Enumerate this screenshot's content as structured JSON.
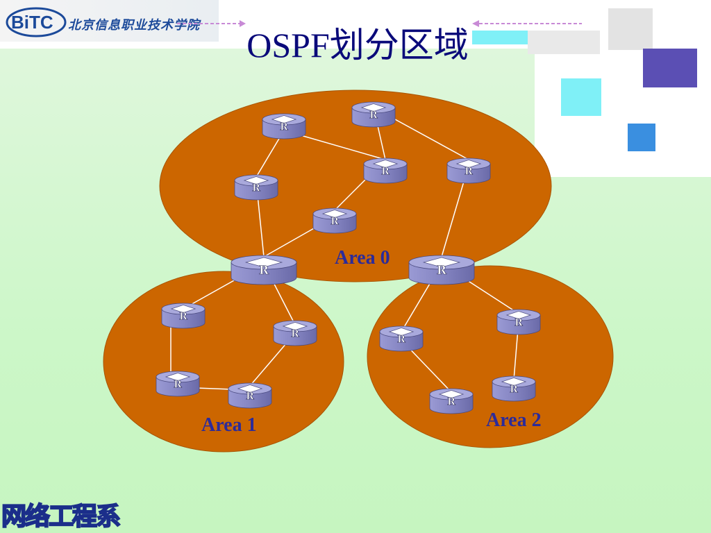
{
  "header": {
    "logo_text": "BiTC",
    "school_name": "北京信息职业技术学院"
  },
  "title": "OSPF划分区域",
  "areas": [
    {
      "label": "Area 0"
    },
    {
      "label": "Area 1"
    },
    {
      "label": "Area 2"
    }
  ],
  "router_label": "R",
  "footer": {
    "label": "网络工程系"
  },
  "colors": {
    "area_fill": "#cc6600",
    "title": "#0a0a7a",
    "area_label": "#2b2b9b",
    "router_body": "#8888c4",
    "background": "#ccf7c8"
  }
}
